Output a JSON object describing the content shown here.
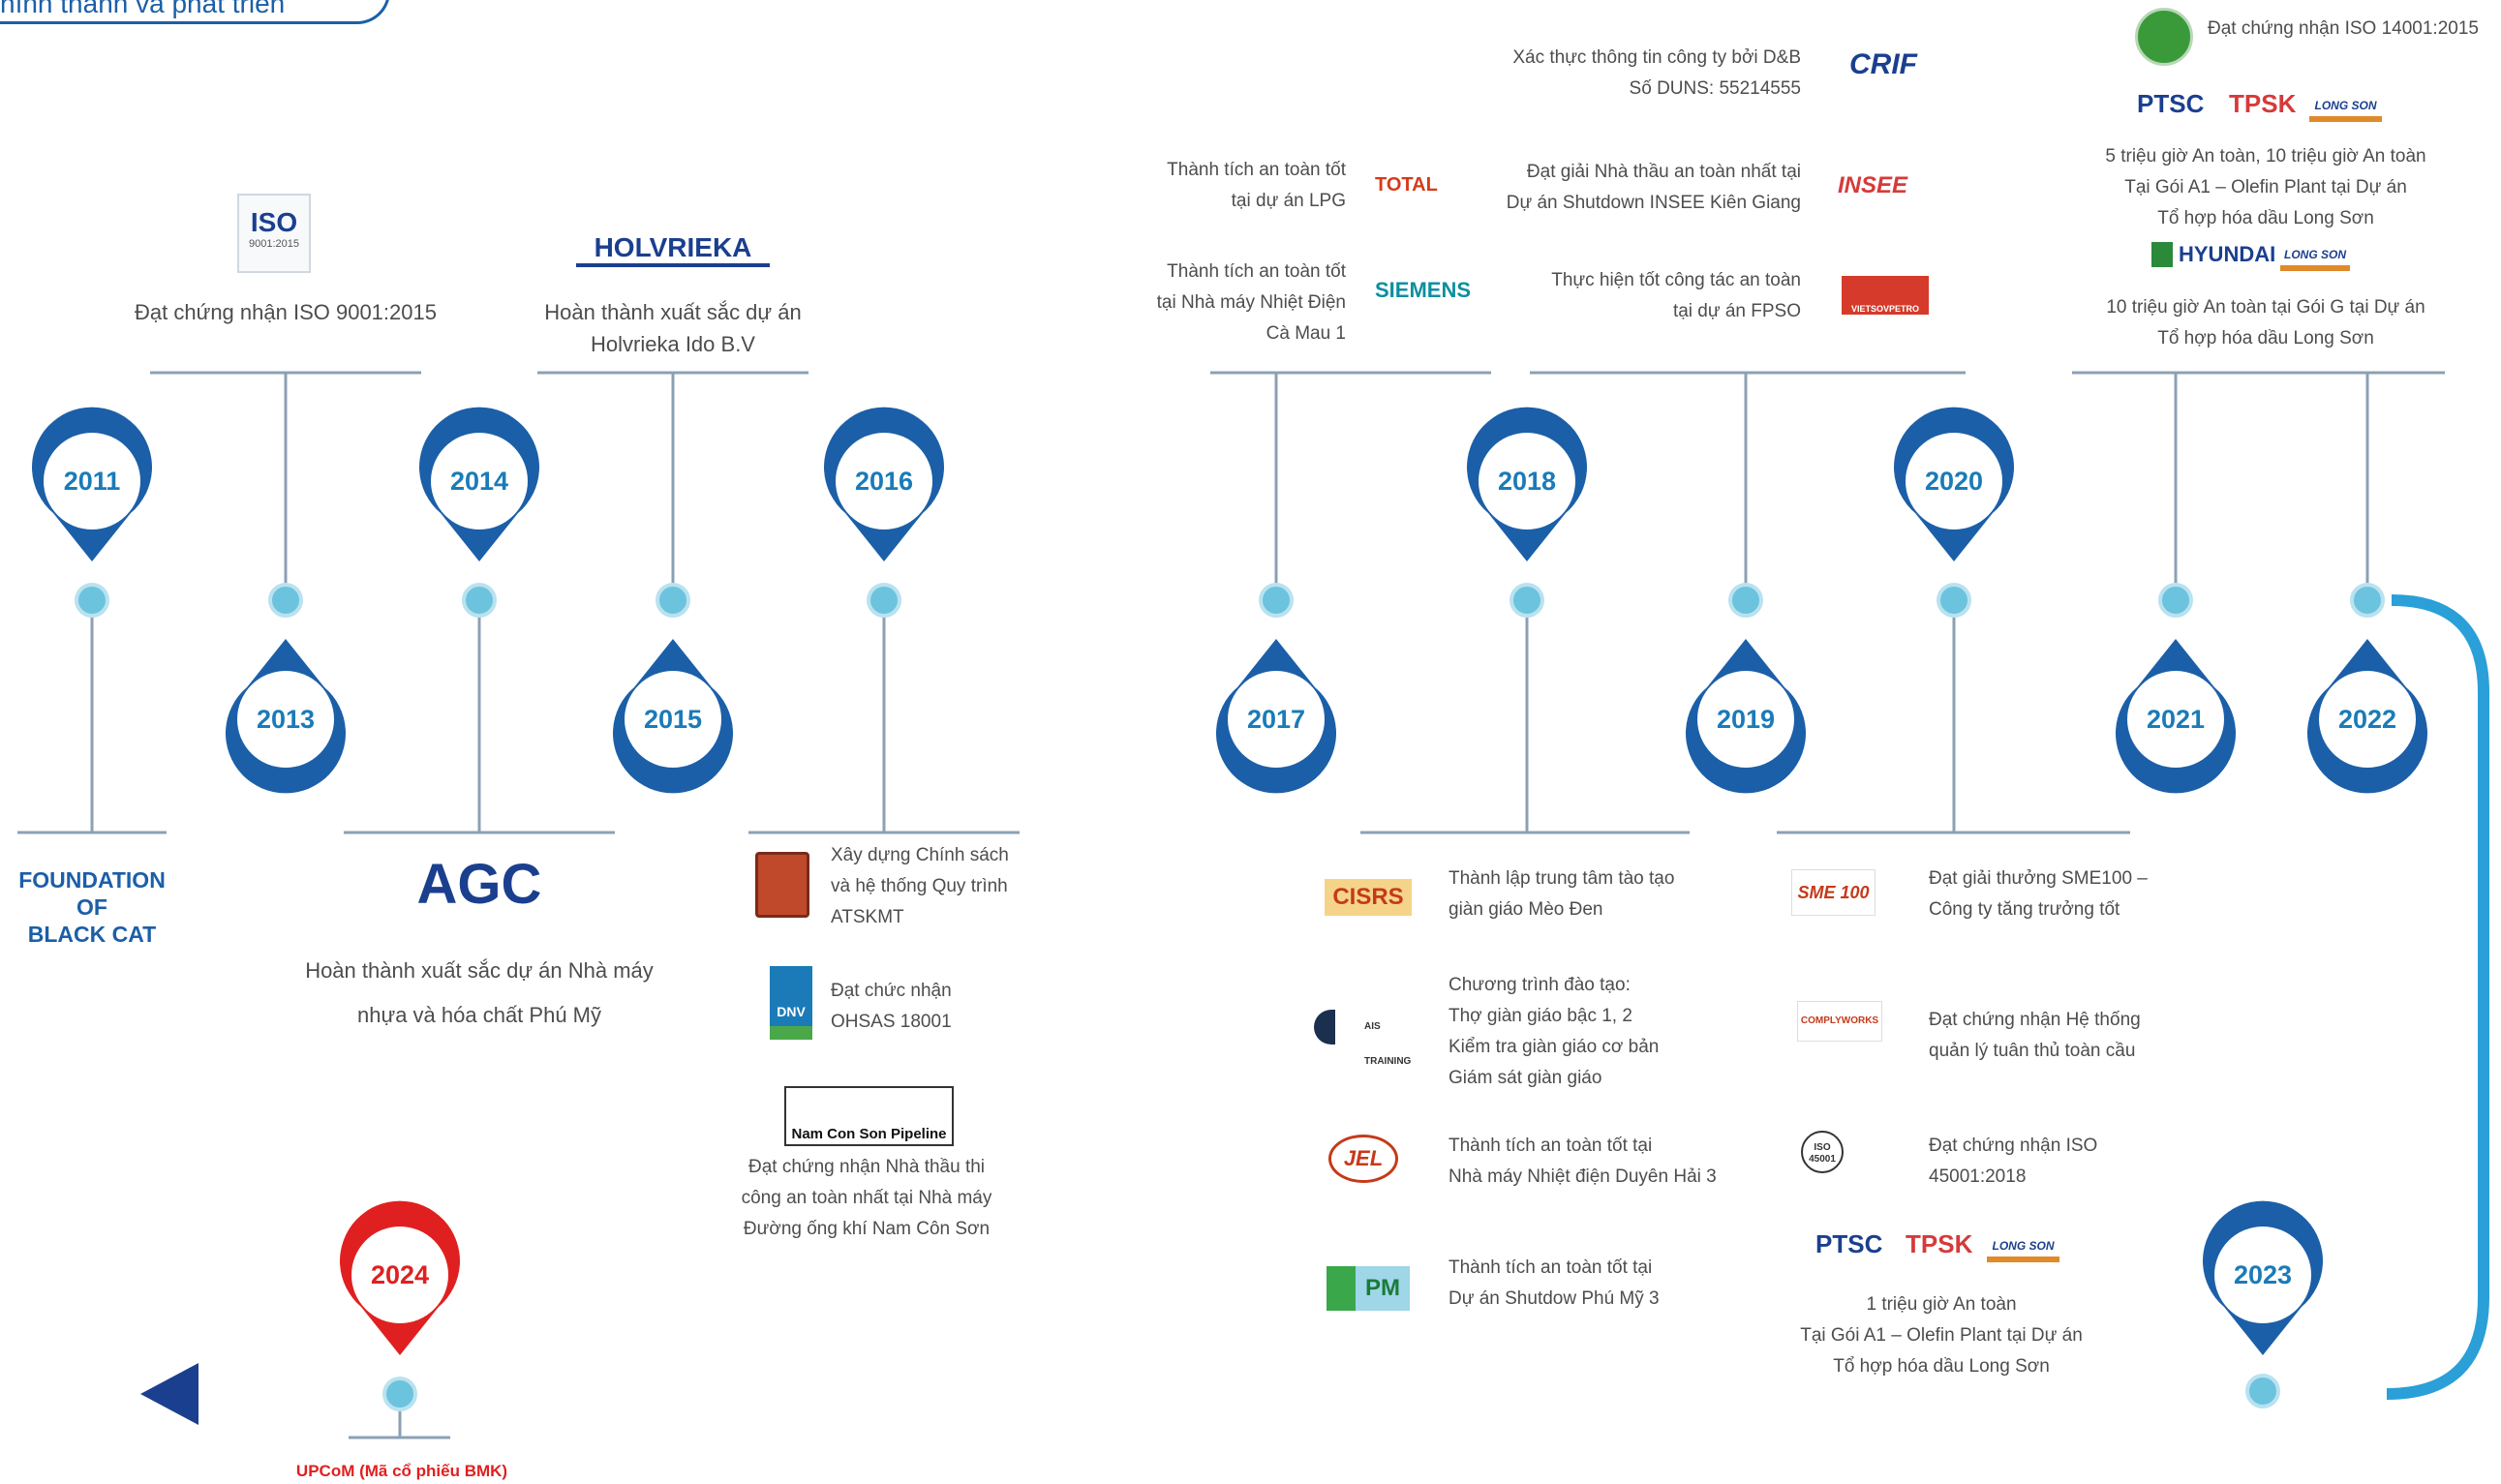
{
  "header": {
    "title": "hình thành và phát triển"
  },
  "colors": {
    "brand": "#1b5fa8",
    "accent": "#2a9fd8",
    "highlight": "#e02020",
    "line": "#4aa8e0",
    "node": "#6cc3dd"
  },
  "years": {
    "y2011": "2011",
    "y2013": "2013",
    "y2014": "2014",
    "y2015": "2015",
    "y2016": "2016",
    "y2017": "2017",
    "y2018": "2018",
    "y2019": "2019",
    "y2020": "2020",
    "y2021": "2021",
    "y2022": "2022",
    "y2023": "2023",
    "y2024": "2024"
  },
  "m2011": {
    "logo_line1": "FOUNDATION",
    "logo_line2": "OF",
    "logo_line3": "BLACK CAT"
  },
  "m2013": {
    "logo_top": "ISO",
    "logo_sub": "9001:2015",
    "text": "Đạt chứng nhận ISO 9001:2015"
  },
  "m2014": {
    "logo": "AGC",
    "text_line1": "Hoàn thành xuất sắc dự án Nhà máy",
    "text_line2": "nhựa và hóa chất Phú Mỹ"
  },
  "m2015": {
    "logo": "HOLVRIEKA",
    "text_line1": "Hoàn thành xuất sắc dự án",
    "text_line2": "Holvrieka Ido B.V"
  },
  "m2016": {
    "item1": [
      "Xây dựng Chính sách",
      "và hệ thống Quy trình",
      "ATSKMT"
    ],
    "item2": [
      "Đạt chức nhận",
      "OHSAS 18001"
    ],
    "item2_logo": "DNV",
    "item3_logo": "Nam Con Son Pipeline",
    "item3": [
      "Đạt chứng nhận Nhà thầu thi",
      "công an toàn nhất tại Nhà máy",
      "Đường ống khí Nam Côn Sơn"
    ]
  },
  "m2017": {
    "item1": [
      "Thành tích an toàn tốt",
      "tại dự án LPG"
    ],
    "item1_logo": "TOTAL",
    "item2": [
      "Thành tích an toàn tốt",
      "tại Nhà máy Nhiệt Điện",
      "Cà Mau 1"
    ],
    "item2_logo": "SIEMENS"
  },
  "m2018": {
    "item1": [
      "Thành lập trung tâm tào tạo",
      "giàn giáo Mèo Đen"
    ],
    "item1_logo": "CISRS",
    "item2": [
      "Chương trình đào tạo:",
      "Thợ giàn giáo bậc 1, 2",
      "Kiểm tra giàn giáo cơ bản",
      "Giám sát giàn giáo"
    ],
    "item2_logo": "AIS TRAINING",
    "item3": [
      "Thành tích an toàn tốt tại",
      "Nhà máy Nhiệt điện Duyên Hải 3"
    ],
    "item3_logo": "JEL",
    "item4": [
      "Thành tích an toàn tốt tại",
      "Dự án Shutdow Phú Mỹ 3"
    ],
    "item4_logo": "PM"
  },
  "m2019": {
    "item1": [
      "Xác thực thông tin công ty bởi D&B",
      "Số DUNS: 55214555"
    ],
    "item1_logo": "CRIF",
    "item2": [
      "Đạt giải Nhà thầu an toàn nhất tại",
      "Dự án Shutdown INSEE Kiên Giang"
    ],
    "item2_logo": "INSEE",
    "item3": [
      "Thực hiện tốt công tác an toàn",
      "tại dự án FPSO"
    ],
    "item3_logo": "VIETSOVPETRO"
  },
  "m2020": {
    "item1": [
      "Đạt giải thưởng SME100 –",
      "Công ty tăng trưởng tốt"
    ],
    "item1_logo": "SME 100",
    "item2": [
      "Đạt chứng nhận Hệ thống",
      "quản lý tuân thủ toàn cầu"
    ],
    "item2_logo": "COMPLYWORKS",
    "item3": [
      "Đạt chứng nhận ISO",
      "45001:2018"
    ],
    "item3_logo": "ISO 45001"
  },
  "m2022": {
    "iso_text": "Đạt chứng nhận ISO 14001:2015",
    "ptsc": "PTSC",
    "tpsk": "TPSK",
    "longson": "LONG SON",
    "text1": [
      "5 triệu giờ An toàn, 10 triệu giờ An toàn",
      "Tại Gói A1 – Olefin Plant tại Dự án",
      "Tổ hợp hóa dầu Long Sơn"
    ],
    "hyundai": "HYUNDAI",
    "text2": [
      "10 triệu giờ An toàn tại Gói G tại Dự án",
      "Tổ hợp hóa dầu Long Sơn"
    ]
  },
  "m2023": {
    "ptsc": "PTSC",
    "tpsk": "TPSK",
    "longson": "LONG SON",
    "text": [
      "1 triệu giờ An toàn",
      "Tại Gói A1 – Olefin Plant tại Dự án",
      "Tổ hợp hóa dầu Long Sơn"
    ]
  },
  "m2024": {
    "text": "UPCoM (Mã cổ phiếu BMK)"
  }
}
